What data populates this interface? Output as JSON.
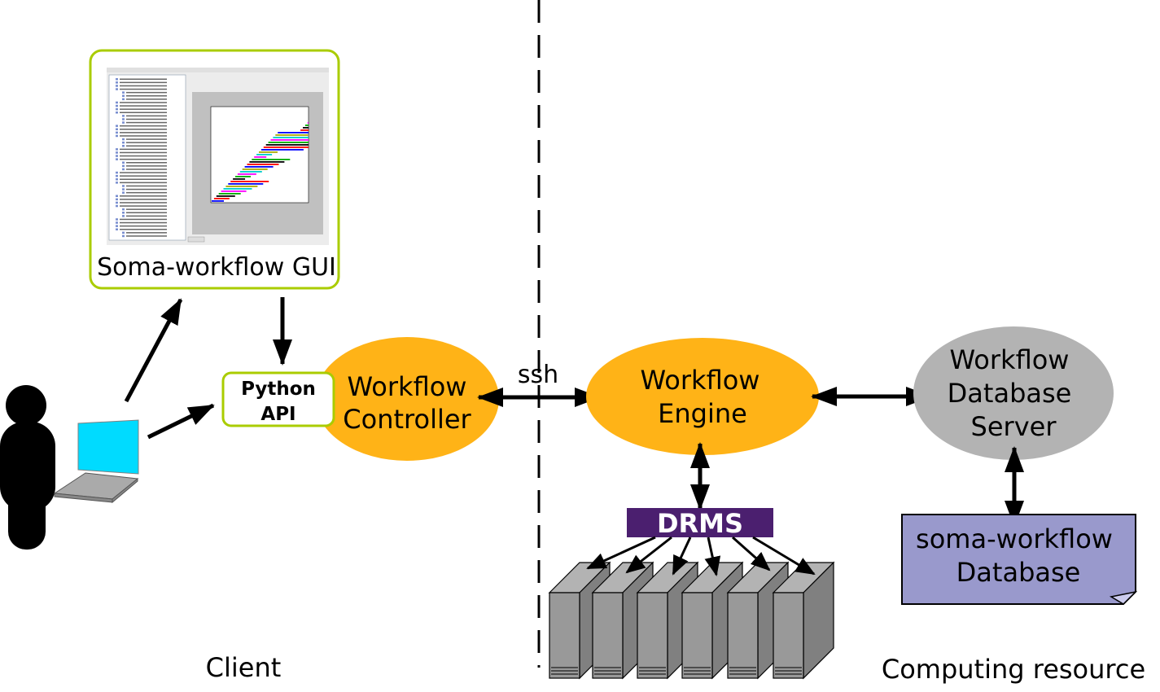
{
  "gui": {
    "label": "Soma-workflow GUI"
  },
  "python_api": {
    "line1": "Python",
    "line2": "API"
  },
  "controller": {
    "line1": "Workflow",
    "line2": "Controller"
  },
  "ssh_label": "ssh",
  "engine": {
    "line1": "Workflow",
    "line2": "Engine"
  },
  "db_server": {
    "line1": "Workflow",
    "line2": "Database",
    "line3": "Server"
  },
  "database": {
    "line1": "soma-workflow",
    "line2": "Database"
  },
  "drms": {
    "label": "DRMS"
  },
  "zones": {
    "client": "Client",
    "computing": "Computing resource"
  },
  "colors": {
    "ellipse_orange": "#ffb317",
    "server_gray": "#b3b3b3",
    "database_fill": "#9999cc",
    "drms_purple": "#4b1f6f",
    "green_border": "#aacc00",
    "laptop_screen": "#00dbff"
  }
}
